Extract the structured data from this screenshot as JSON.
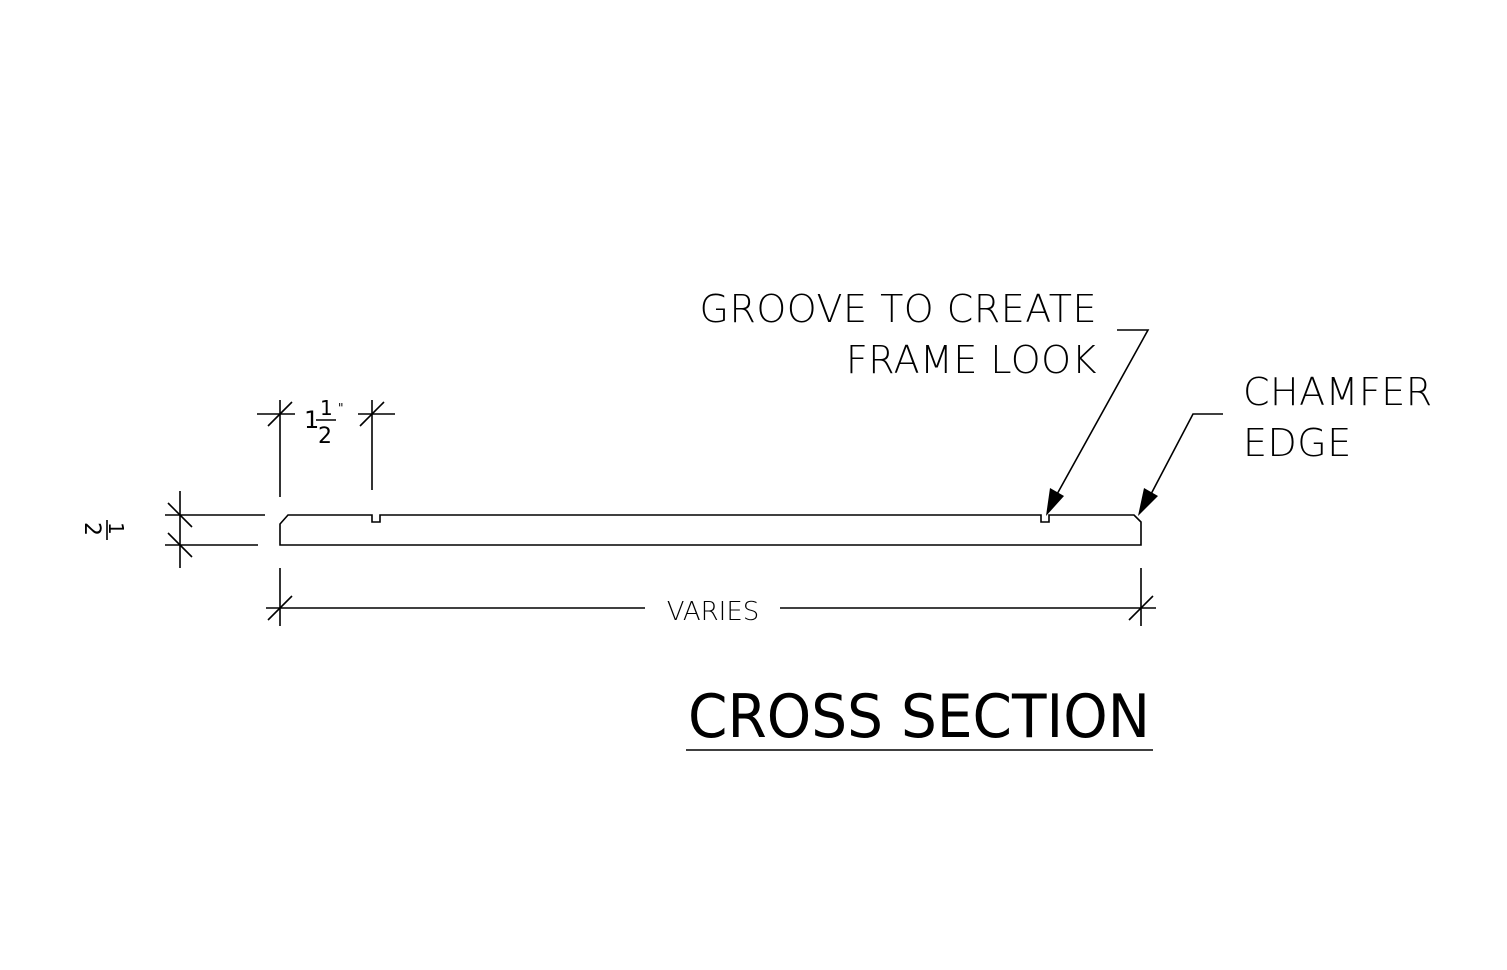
{
  "drawing": {
    "title": "CROSS SECTION",
    "dimensions": {
      "width": "VARIES",
      "groove_offset_whole": "1",
      "groove_offset_num": "1",
      "groove_offset_den": "2",
      "inch_mark": "\"",
      "thickness_num": "1",
      "thickness_den": "2"
    },
    "callouts": {
      "groove_line1": "GROOVE TO CREATE",
      "groove_line2": "FRAME LOOK",
      "chamfer_line1": "CHAMFER",
      "chamfer_line2": "EDGE"
    }
  }
}
